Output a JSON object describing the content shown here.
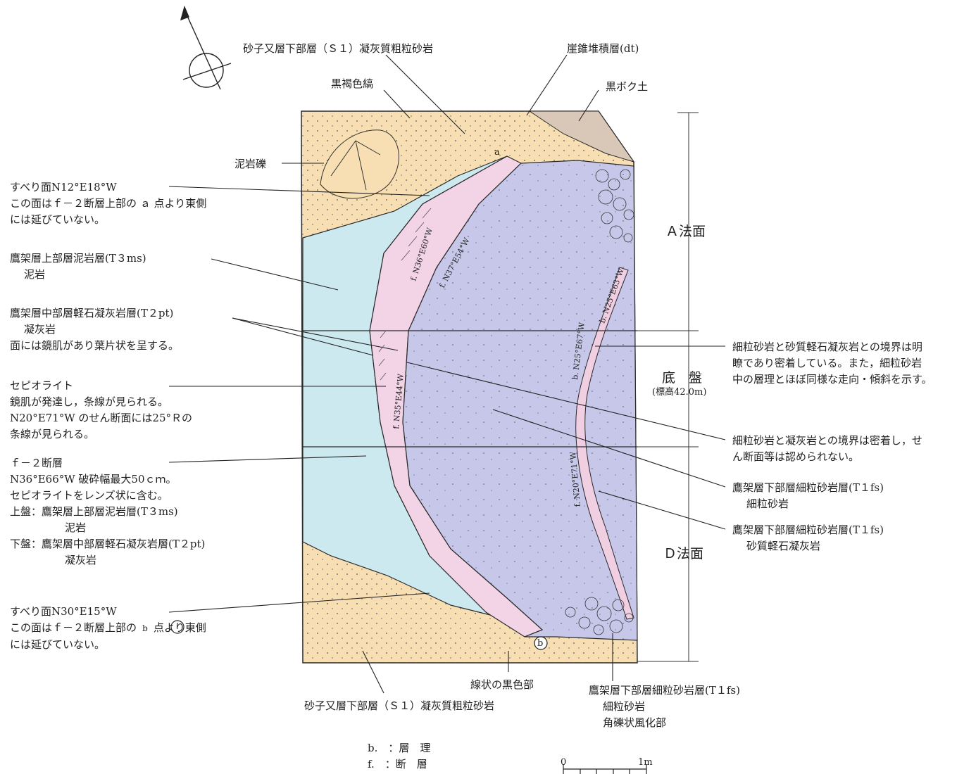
{
  "colors": {
    "sandstone_s1": "#f7dfb3",
    "mudstone_t3ms": "#cde9f0",
    "tuff_t2pt": "#f3d3e6",
    "fine_sandstone_t1fs": "#c7c7ea",
    "kuroboku": "#d9c8b8",
    "line": "#2a2a2a"
  },
  "labels": {
    "s1_top": "砂子又層下部層（Ｓ１）凝灰質粗粒砂岩",
    "dt": "崖錐堆積層(dt)",
    "kurokasshoku": "黒褐色縞",
    "kuroboku": "黒ボク土",
    "deiganreki": "泥岩礫",
    "point_a": "a",
    "point_b": "b",
    "suberi1": {
      "line1": "すべり面N12°E18°W",
      "line2": "この面はｆ－２断層上部の ａ 点より東側",
      "line3": "には延びていない。"
    },
    "t3ms": {
      "line1": "鷹架層上部層泥岩層(T３ms)",
      "line2": "泥岩"
    },
    "t2pt": {
      "line1": "鷹架層中部層軽石凝灰岩層(T２pt)",
      "line2": "凝灰岩",
      "line3": "面には鏡肌があり葉片状を呈する。"
    },
    "sepiolite": {
      "line1": "セピオライト",
      "line2": "鏡肌が発達し，条線が見られる。",
      "line3": "N20°E71°W のせん断面には25°Ｒの",
      "line4": "条線が見られる。"
    },
    "f2": {
      "line1": "ｆ－２断層",
      "line2": "N36°E66°W 破砕幅最大50ｃｍ。",
      "line3": "セピオライトをレンズ状に含む。",
      "line4": "上盤：鷹架層上部層泥岩層(T３ms)",
      "line5": "泥岩",
      "line6": "下盤：鷹架層中部層軽石凝灰岩層(T２pt)",
      "line7": "凝灰岩"
    },
    "suberi2": {
      "line1": "すべり面N30°E15°W",
      "line2a": "この面はｆ－２断層上部の",
      "line2b": "点より東側",
      "line3": "には延びていない。"
    },
    "s1_bottom": "砂子又層下部層（Ｓ１）凝灰質粗粒砂岩",
    "senjo": "線状の黒色部",
    "t1fs_bottom": {
      "line1": "鷹架層下部層細粒砂岩層(T１fs)",
      "line2": "細粒砂岩",
      "line3": "角礫状風化部"
    },
    "boundary1": {
      "line1": "細粒砂岩と砂質軽石凝灰岩との境界は明",
      "line2": "瞭であり密着している。また，細粒砂岩",
      "line3": "中の層理とほぼ同様な走向・傾斜を示す。"
    },
    "boundary2": {
      "line1": "細粒砂岩と凝灰岩との境界は密着し，せ",
      "line2": "ん断面等は認められない。"
    },
    "t1fs_a": {
      "line1": "鷹架層下部層細粒砂岩層(T１fs)",
      "line2": "細粒砂岩"
    },
    "t1fs_b": {
      "line1": "鷹架層下部層細粒砂岩層(T１fs)",
      "line2": "砂質軽石凝灰岩"
    },
    "a_hou": "Ａ法面",
    "teiban": "底　盤",
    "elev": "(標高42.0m)",
    "d_hou": "Ｄ法面",
    "legend_b": "b.　：層　理",
    "legend_f": "f.　：断　層",
    "scale_0": "0",
    "scale_1m": "1m"
  },
  "measurements": {
    "m1": "f. N36°E60°W",
    "m2": "f. N37°E54°W",
    "m3": "f. N35°E44°W",
    "m4": "b. N25°E67°W",
    "m5": "b. N25°E63°W",
    "m6": "f. N20°E71°W"
  }
}
